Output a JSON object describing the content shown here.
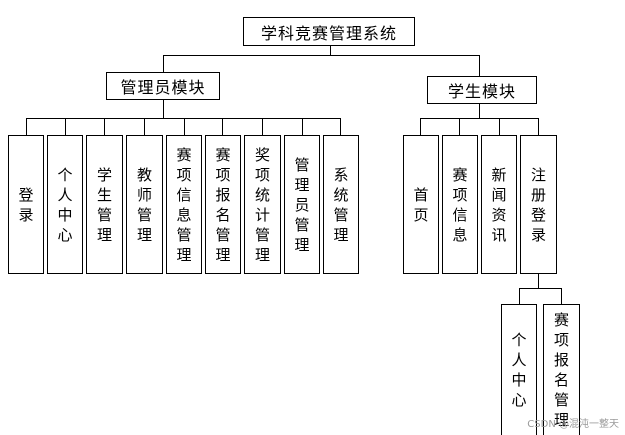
{
  "diagram": {
    "root": "学科竞赛管理系统",
    "admin_module": {
      "title": "管理员模块",
      "items": [
        "登录",
        "个人中心",
        "学生管理",
        "教师管理",
        "赛项信息管理",
        "赛项报名管理",
        "奖项统计管理",
        "管理员管理",
        "系统管理"
      ]
    },
    "student_module": {
      "title": "学生模块",
      "items": [
        "首页",
        "赛项信息",
        "新闻资讯",
        "注册登录"
      ],
      "sub_items": [
        "个人中心",
        "赛项报名管理"
      ]
    }
  },
  "watermark": "CSDN @混沌一整天"
}
